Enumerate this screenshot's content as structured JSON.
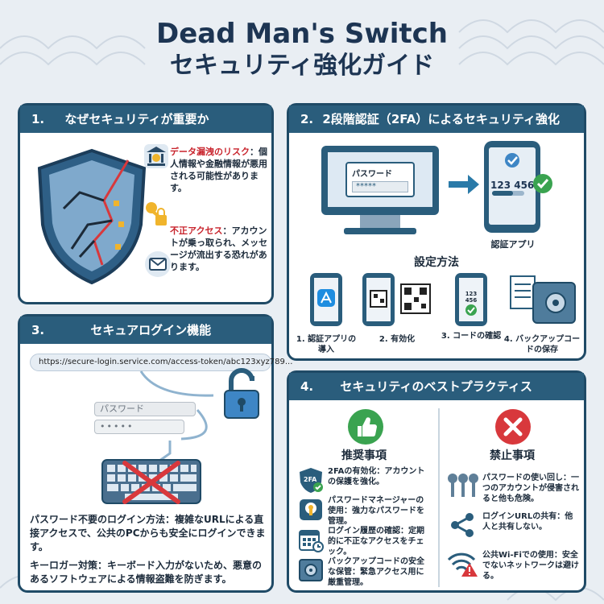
{
  "title": {
    "line1": "Dead Man's Switch",
    "line2": "セキュリティ強化ガイド"
  },
  "colors": {
    "header": "#2a5d7c",
    "border": "#1f4a66",
    "title": "#1d3553",
    "alert_red": "#c8232c",
    "ok_green": "#3aa350",
    "ng_red": "#d8383c"
  },
  "section1": {
    "num": "1.",
    "title": "なぜセキュリティが重要か",
    "risk1_title": "データ漏洩のリスク",
    "risk1_text": "：個人情報や金融情報が悪用される可能性があります。",
    "risk2_title": "不正アクセス",
    "risk2_text": "：アカウントが乗っ取られ、メッセージが流出する恐れがあります。",
    "icons": [
      "shield-icon",
      "bank-icon",
      "key-lock-icon",
      "mail-icon"
    ]
  },
  "section2": {
    "num": "2.",
    "title": "2段階認証（2FA）によるセキュリティ強化",
    "monitor_label": "パスワード",
    "monitor_dots": "*****",
    "phone_code": "123 456",
    "phone_label": "認証アプリ",
    "setup_title": "設定方法",
    "steps": [
      {
        "label": "1. 認証アプリの導入"
      },
      {
        "label": "2. 有効化"
      },
      {
        "label": "3. コードの確認",
        "code": "123 456"
      },
      {
        "label": "4. バックアップコードの保存"
      }
    ]
  },
  "section3": {
    "num": "3.",
    "title": "セキュアログイン機能",
    "url": "https://secure-login.service.com/access-token/abc123xyz789...",
    "password_placeholder": "パスワード",
    "password_dots": "•••••",
    "text1": "パスワード不要のログイン方法：複雑なURLによる直接アクセスで、公共のPCからも安全にログインできます。",
    "text2": "キーロガー対策：キーボード入力がないため、悪意のあるソフトウェアによる情報盗難を防ぎます。"
  },
  "section4": {
    "num": "4.",
    "title": "セキュリティのベストプラクティス",
    "do_title": "推奨事項",
    "dont_title": "禁止事項",
    "do_items": [
      {
        "text": "2FAの有効化：アカウントの保護を強化。",
        "icon": "2fa-shield-icon",
        "badge": "2FA"
      },
      {
        "text": "パスワードマネージャーの使用：強力なパスワードを管理。",
        "icon": "password-manager-icon"
      },
      {
        "text": "ログイン履歴の確認：定期的に不正なアクセスをチェック。",
        "icon": "calendar-icon"
      },
      {
        "text": "バックアップコードの安全な保管：緊急アクセス用に厳重管理。",
        "icon": "safe-icon"
      }
    ],
    "dont_items": [
      {
        "text": "パスワードの使い回し：一つのアカウントが侵害されると他も危険。",
        "icon": "keys-icon"
      },
      {
        "text": "ログインURLの共有：他人と共有しない。",
        "icon": "share-icon"
      },
      {
        "text": "公共Wi-Fiでの使用：安全でないネットワークは避ける。",
        "icon": "wifi-warning-icon"
      }
    ]
  }
}
